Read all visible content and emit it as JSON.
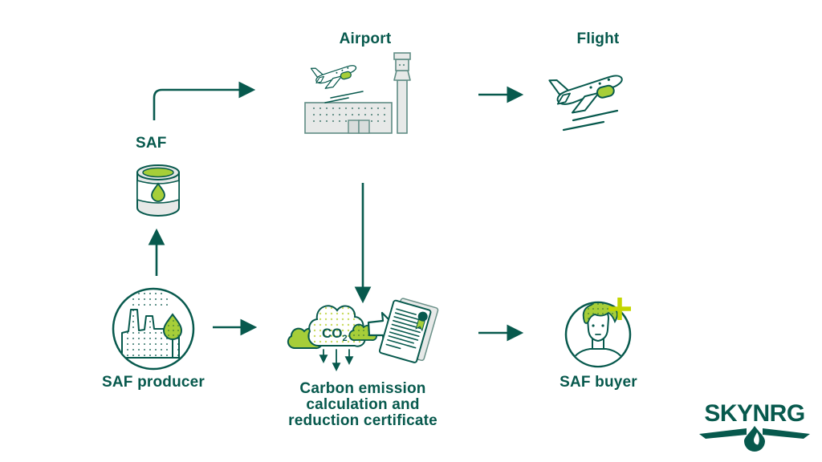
{
  "page": {
    "background": "#FFFFFF"
  },
  "colors": {
    "brand_teal": "#07594D",
    "lime_green": "#A6CE39",
    "bright_lime": "#C3D600",
    "light_gray": "#E7E9E8",
    "muted_outline": "#6B9189"
  },
  "nodes": {
    "saf_producer": {
      "label": "SAF producer"
    },
    "saf": {
      "label": "SAF"
    },
    "airport": {
      "label": "Airport"
    },
    "flight": {
      "label": "Flight"
    },
    "carbon_certificate": {
      "lines": [
        "Carbon emission",
        "calculation and",
        "reduction certificate"
      ]
    },
    "saf_buyer": {
      "label": "SAF buyer"
    },
    "co2_cloud": {
      "label_main": "CO",
      "label_sub": "2"
    }
  },
  "logo": {
    "wordmark": "SKYNRG"
  }
}
